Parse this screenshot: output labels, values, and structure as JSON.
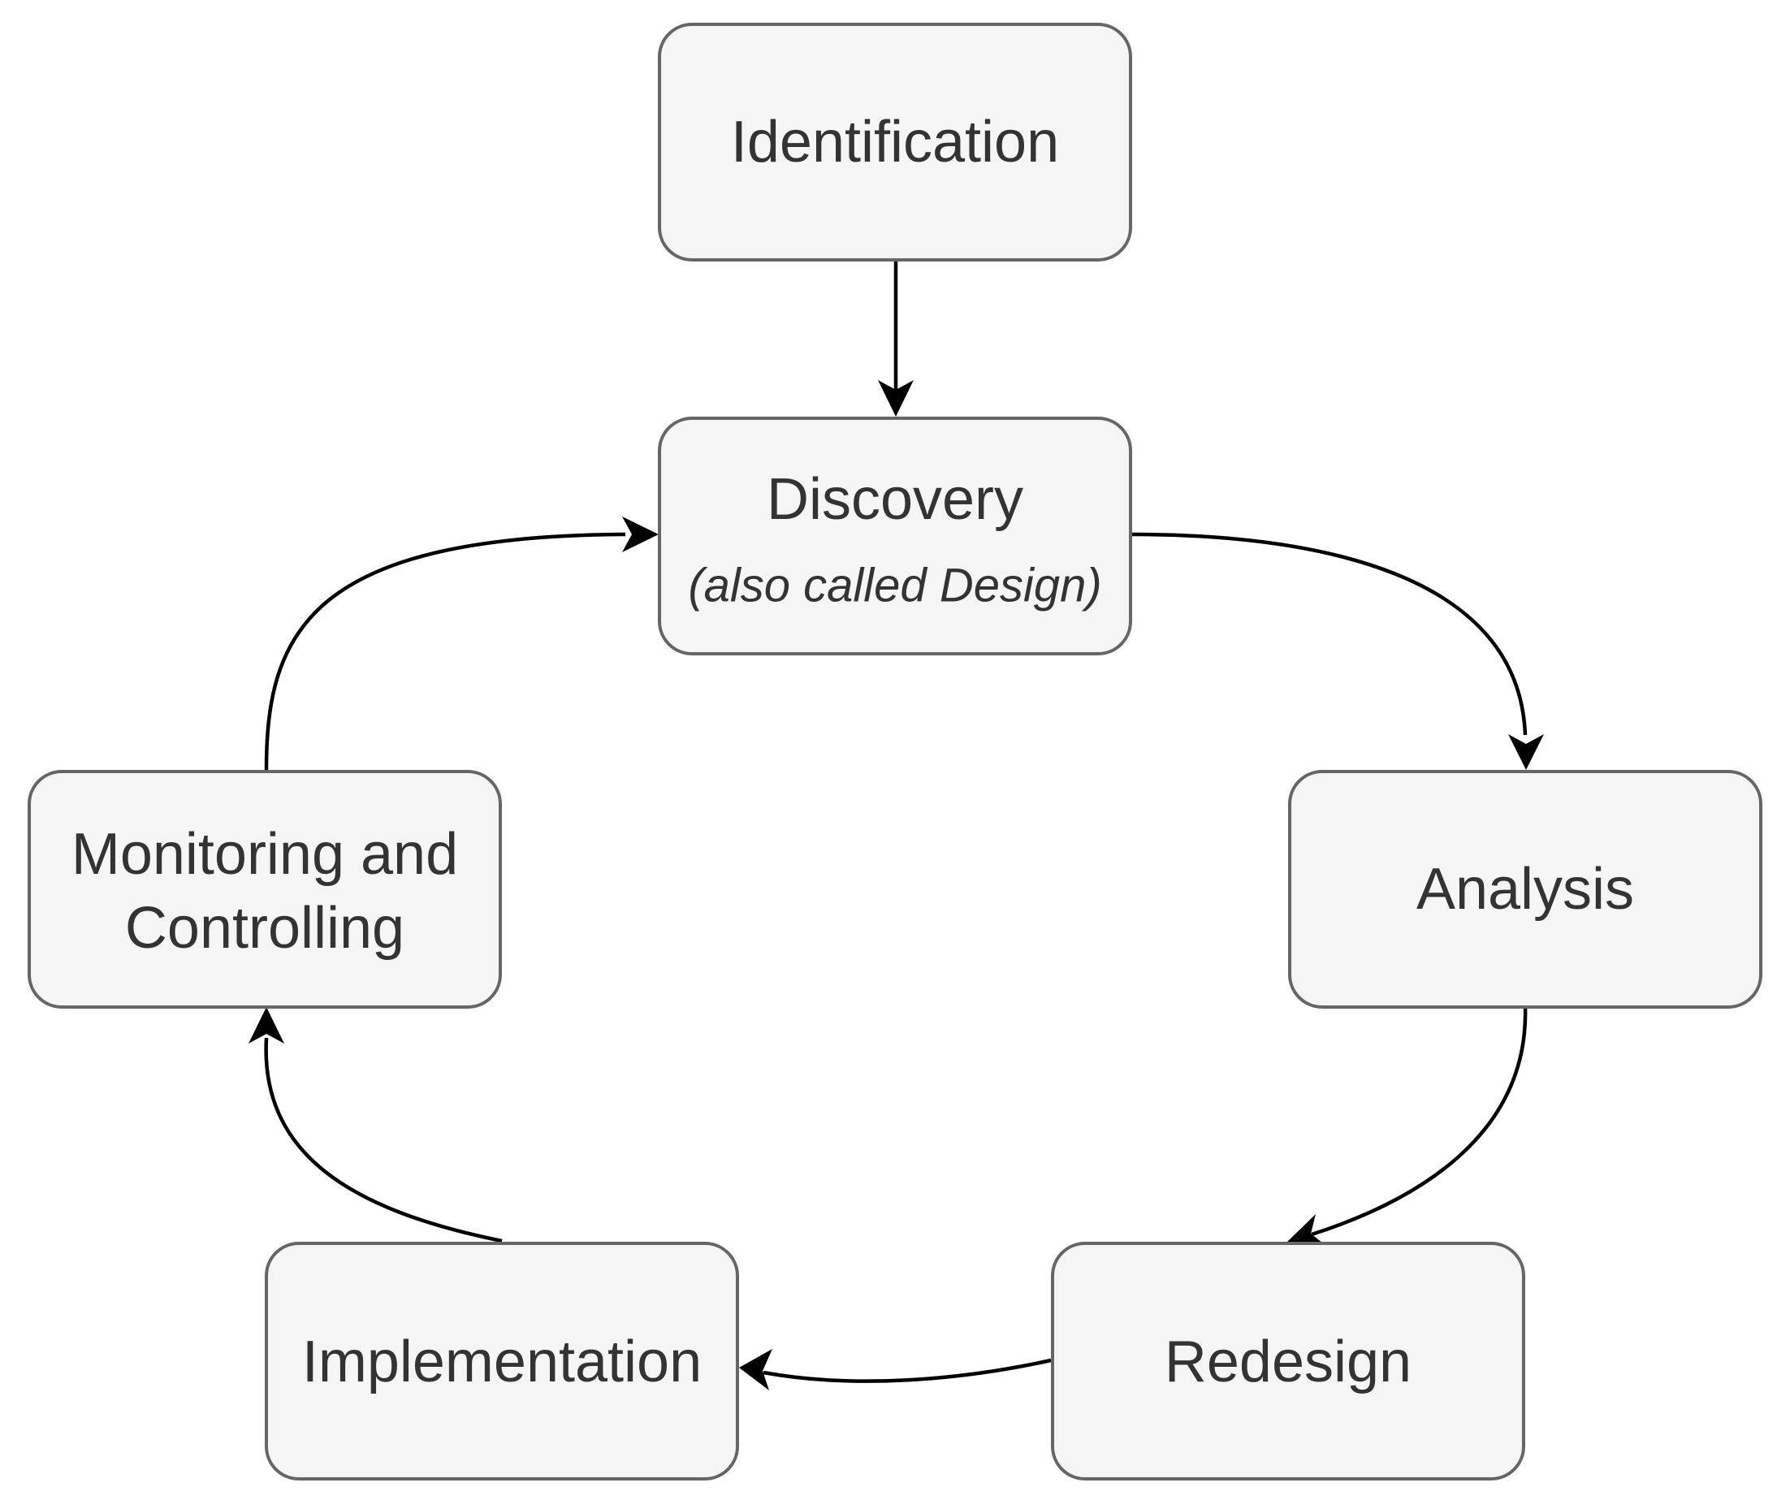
{
  "nodes": {
    "identification": {
      "label": "Identification"
    },
    "discovery": {
      "label": "Discovery",
      "sublabel": "(also called Design)"
    },
    "analysis": {
      "label": "Analysis"
    },
    "redesign": {
      "label": "Redesign"
    },
    "implementation": {
      "label": "Implementation"
    },
    "monitoring": {
      "label_line1": "Monitoring and",
      "label_line2": "Controlling"
    }
  },
  "edges": [
    {
      "from": "Identification",
      "to": "Discovery"
    },
    {
      "from": "Discovery",
      "to": "Analysis"
    },
    {
      "from": "Analysis",
      "to": "Redesign"
    },
    {
      "from": "Redesign",
      "to": "Implementation"
    },
    {
      "from": "Implementation",
      "to": "Monitoring and Controlling"
    },
    {
      "from": "Monitoring and Controlling",
      "to": "Discovery"
    }
  ],
  "colors": {
    "node_fill": "#f5f5f5",
    "node_stroke": "#666666",
    "text": "#333333",
    "edge": "#000000"
  }
}
